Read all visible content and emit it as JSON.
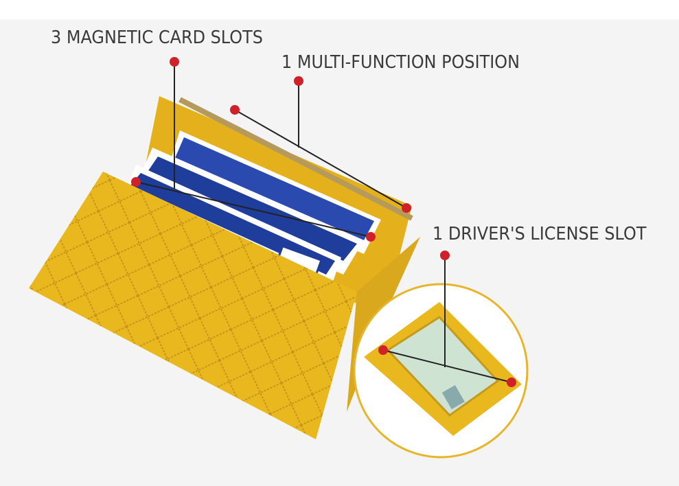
{
  "labels": {
    "card_slots": "3 MAGNETIC CARD SLOTS",
    "multi_function": "1 MULTI-FUNCTION POSITION",
    "license_slot": "1 DRIVER'S LICENSE SLOT"
  },
  "colors": {
    "wallet": "#e9b81f",
    "wallet_shadow": "#c9961a",
    "marker": "#d0202a",
    "card_blue": "#1f3d9a",
    "background": "#f4f4f4"
  }
}
